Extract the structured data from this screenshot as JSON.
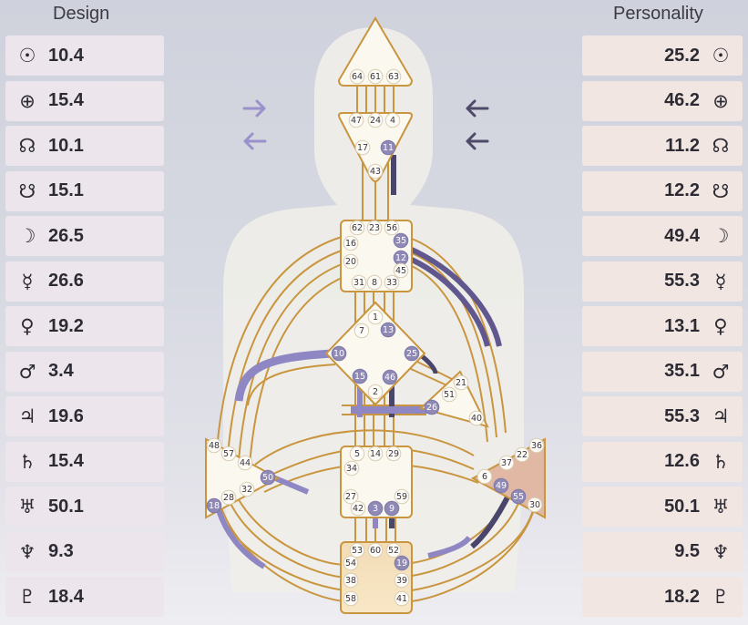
{
  "headers": {
    "design": "Design",
    "personality": "Personality"
  },
  "colors": {
    "design_accent": "#7f76b8",
    "personality_accent": "#55506e",
    "channel_outline": "#c9953e",
    "center_fill": "#fbf8f0",
    "defined_gate_fill": "#8f89b5"
  },
  "design": [
    {
      "planet": "sun-icon",
      "glyph": "☉",
      "value": "10.4"
    },
    {
      "planet": "earth-icon",
      "glyph": "⊕",
      "value": "15.4"
    },
    {
      "planet": "north-node-icon",
      "glyph": "☊",
      "value": "10.1"
    },
    {
      "planet": "south-node-icon",
      "glyph": "☋",
      "value": "15.1"
    },
    {
      "planet": "moon-icon",
      "glyph": "☽",
      "value": "26.5"
    },
    {
      "planet": "mercury-icon",
      "glyph": "☿",
      "value": "26.6"
    },
    {
      "planet": "venus-icon",
      "glyph": "♀",
      "value": "19.2"
    },
    {
      "planet": "mars-icon",
      "glyph": "♂",
      "value": "3.4"
    },
    {
      "planet": "jupiter-icon",
      "glyph": "♃",
      "value": "19.6"
    },
    {
      "planet": "saturn-icon",
      "glyph": "♄",
      "value": "15.4"
    },
    {
      "planet": "uranus-icon",
      "glyph": "♅",
      "value": "50.1"
    },
    {
      "planet": "neptune-icon",
      "glyph": "♆",
      "value": "9.3"
    },
    {
      "planet": "pluto-icon",
      "glyph": "♇",
      "value": "18.4"
    }
  ],
  "personality": [
    {
      "planet": "sun-icon",
      "glyph": "☉",
      "value": "25.2"
    },
    {
      "planet": "earth-icon",
      "glyph": "⊕",
      "value": "46.2"
    },
    {
      "planet": "north-node-icon",
      "glyph": "☊",
      "value": "11.2"
    },
    {
      "planet": "south-node-icon",
      "glyph": "☋",
      "value": "12.2"
    },
    {
      "planet": "moon-icon",
      "glyph": "☽",
      "value": "49.4"
    },
    {
      "planet": "mercury-icon",
      "glyph": "☿",
      "value": "55.3"
    },
    {
      "planet": "venus-icon",
      "glyph": "♀",
      "value": "13.1"
    },
    {
      "planet": "mars-icon",
      "glyph": "♂",
      "value": "35.1"
    },
    {
      "planet": "jupiter-icon",
      "glyph": "♃",
      "value": "55.3"
    },
    {
      "planet": "saturn-icon",
      "glyph": "♄",
      "value": "12.6"
    },
    {
      "planet": "uranus-icon",
      "glyph": "♅",
      "value": "50.1"
    },
    {
      "planet": "neptune-icon",
      "glyph": "♆",
      "value": "9.5"
    },
    {
      "planet": "pluto-icon",
      "glyph": "♇",
      "value": "18.2"
    }
  ],
  "gates": [
    {
      "n": "64",
      "d": false
    },
    {
      "n": "61",
      "d": false
    },
    {
      "n": "63",
      "d": false
    },
    {
      "n": "47",
      "d": false
    },
    {
      "n": "24",
      "d": false
    },
    {
      "n": "4",
      "d": false
    },
    {
      "n": "17",
      "d": false
    },
    {
      "n": "11",
      "d": true
    },
    {
      "n": "43",
      "d": false
    },
    {
      "n": "62",
      "d": false
    },
    {
      "n": "23",
      "d": false
    },
    {
      "n": "56",
      "d": false
    },
    {
      "n": "16",
      "d": false
    },
    {
      "n": "35",
      "d": true
    },
    {
      "n": "20",
      "d": false
    },
    {
      "n": "12",
      "d": true
    },
    {
      "n": "45",
      "d": false
    },
    {
      "n": "31",
      "d": false
    },
    {
      "n": "8",
      "d": false
    },
    {
      "n": "33",
      "d": false
    },
    {
      "n": "1",
      "d": false
    },
    {
      "n": "7",
      "d": false
    },
    {
      "n": "13",
      "d": true
    },
    {
      "n": "10",
      "d": true
    },
    {
      "n": "25",
      "d": true
    },
    {
      "n": "15",
      "d": true
    },
    {
      "n": "46",
      "d": true
    },
    {
      "n": "2",
      "d": false
    },
    {
      "n": "21",
      "d": false
    },
    {
      "n": "51",
      "d": false
    },
    {
      "n": "26",
      "d": true
    },
    {
      "n": "40",
      "d": false
    },
    {
      "n": "48",
      "d": false
    },
    {
      "n": "57",
      "d": false
    },
    {
      "n": "44",
      "d": false
    },
    {
      "n": "50",
      "d": true
    },
    {
      "n": "32",
      "d": false
    },
    {
      "n": "28",
      "d": false
    },
    {
      "n": "18",
      "d": true
    },
    {
      "n": "5",
      "d": false
    },
    {
      "n": "14",
      "d": false
    },
    {
      "n": "29",
      "d": false
    },
    {
      "n": "34",
      "d": false
    },
    {
      "n": "27",
      "d": false
    },
    {
      "n": "59",
      "d": false
    },
    {
      "n": "42",
      "d": false
    },
    {
      "n": "3",
      "d": true
    },
    {
      "n": "9",
      "d": true
    },
    {
      "n": "36",
      "d": false
    },
    {
      "n": "22",
      "d": false
    },
    {
      "n": "37",
      "d": false
    },
    {
      "n": "6",
      "d": false
    },
    {
      "n": "49",
      "d": true
    },
    {
      "n": "55",
      "d": true
    },
    {
      "n": "30",
      "d": false
    },
    {
      "n": "53",
      "d": false
    },
    {
      "n": "60",
      "d": false
    },
    {
      "n": "52",
      "d": false
    },
    {
      "n": "54",
      "d": false
    },
    {
      "n": "19",
      "d": true
    },
    {
      "n": "38",
      "d": false
    },
    {
      "n": "39",
      "d": false
    },
    {
      "n": "58",
      "d": false
    },
    {
      "n": "41",
      "d": false
    }
  ]
}
